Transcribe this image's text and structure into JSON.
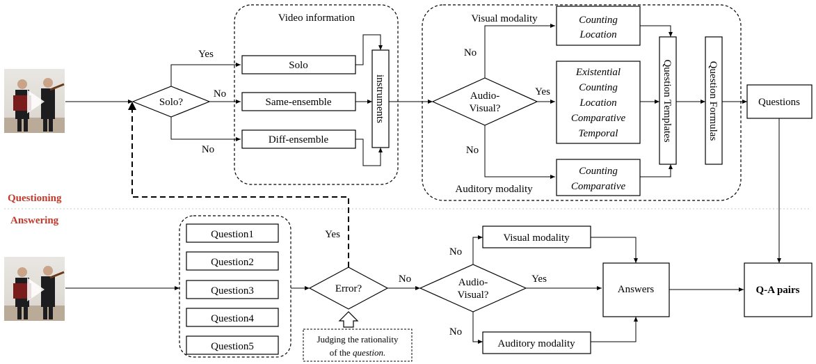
{
  "sections": {
    "questioning": "Questioning",
    "answering": "Answering",
    "color": "#c0392b"
  },
  "top": {
    "group_title": "Video information",
    "decision": "Solo?",
    "yes": "Yes",
    "no1": "No",
    "no2": "No",
    "solo": "Solo",
    "same": "Same-ensemble",
    "diff": "Diff-ensemble",
    "instruments": "instruments",
    "visual_modality": "Visual modality",
    "auditory_modality": "Auditory modality",
    "av_line1": "Audio-",
    "av_line2": "Visual?",
    "av_yes": "Yes",
    "av_no1": "No",
    "av_no2": "No",
    "vis_types": [
      "Counting",
      "Location"
    ],
    "av_types": [
      "Existential",
      "Counting",
      "Location",
      "Comparative",
      "Temporal"
    ],
    "aud_types": [
      "Counting",
      "Comparative"
    ],
    "templates": "Question Templates",
    "formulas": "Question Formulas",
    "questions": "Questions"
  },
  "bottom": {
    "questions": [
      "Question1",
      "Question2",
      "Question3",
      "Question4",
      "Question5"
    ],
    "error": "Error?",
    "err_yes": "Yes",
    "err_no": "No",
    "av_line1": "Audio-",
    "av_line2": "Visual?",
    "av_yes": "Yes",
    "av_no1": "No",
    "av_no2": "No",
    "visual_modality": "Visual modality",
    "auditory_modality": "Auditory modality",
    "answers": "Answers",
    "qa": "Q-A pairs",
    "note_line1": "Judging the rationality",
    "note_line2_prefix": "of the ",
    "note_line2_em": "question."
  }
}
